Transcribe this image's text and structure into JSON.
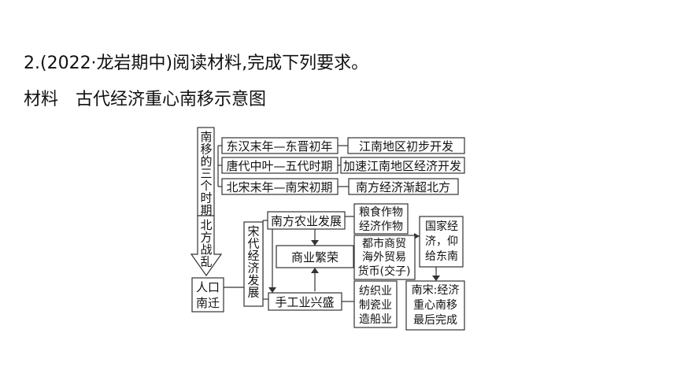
{
  "question": {
    "line1": "2.(2022·龙岩期中)阅读材料,完成下列要求。",
    "label": "材料",
    "title": "古代经济重心南移示意图"
  },
  "diagram": {
    "three_periods_vertical": "南移的三个时期",
    "northern_war_vertical": "北方战乱",
    "population_south": [
      "人口",
      "南迁"
    ],
    "song_vertical": "宋代经济发展",
    "periods": [
      {
        "period": "东汉末年—东晋初年",
        "result": "江南地区初步开发"
      },
      {
        "period": "唐代中叶—五代时期",
        "result": "加速江南地区经济开发"
      },
      {
        "period": "北宋末年—南宋初期",
        "result": "南方经济渐超北方"
      }
    ],
    "agriculture": "南方农业发展",
    "agriculture_detail": [
      "粮食作物",
      "经济作物"
    ],
    "commerce": "商业繁荣",
    "commerce_detail": [
      "都市商贸",
      "海外贸易",
      "货币(交子)"
    ],
    "handicraft": "手工业兴盛",
    "handicraft_detail": [
      "纺织业",
      "制瓷业",
      "造船业"
    ],
    "state_economy": [
      "国家经",
      "济，仰",
      "给东南"
    ],
    "southern_song": [
      "南宋:经济",
      "重心南移",
      "最后完成"
    ]
  }
}
